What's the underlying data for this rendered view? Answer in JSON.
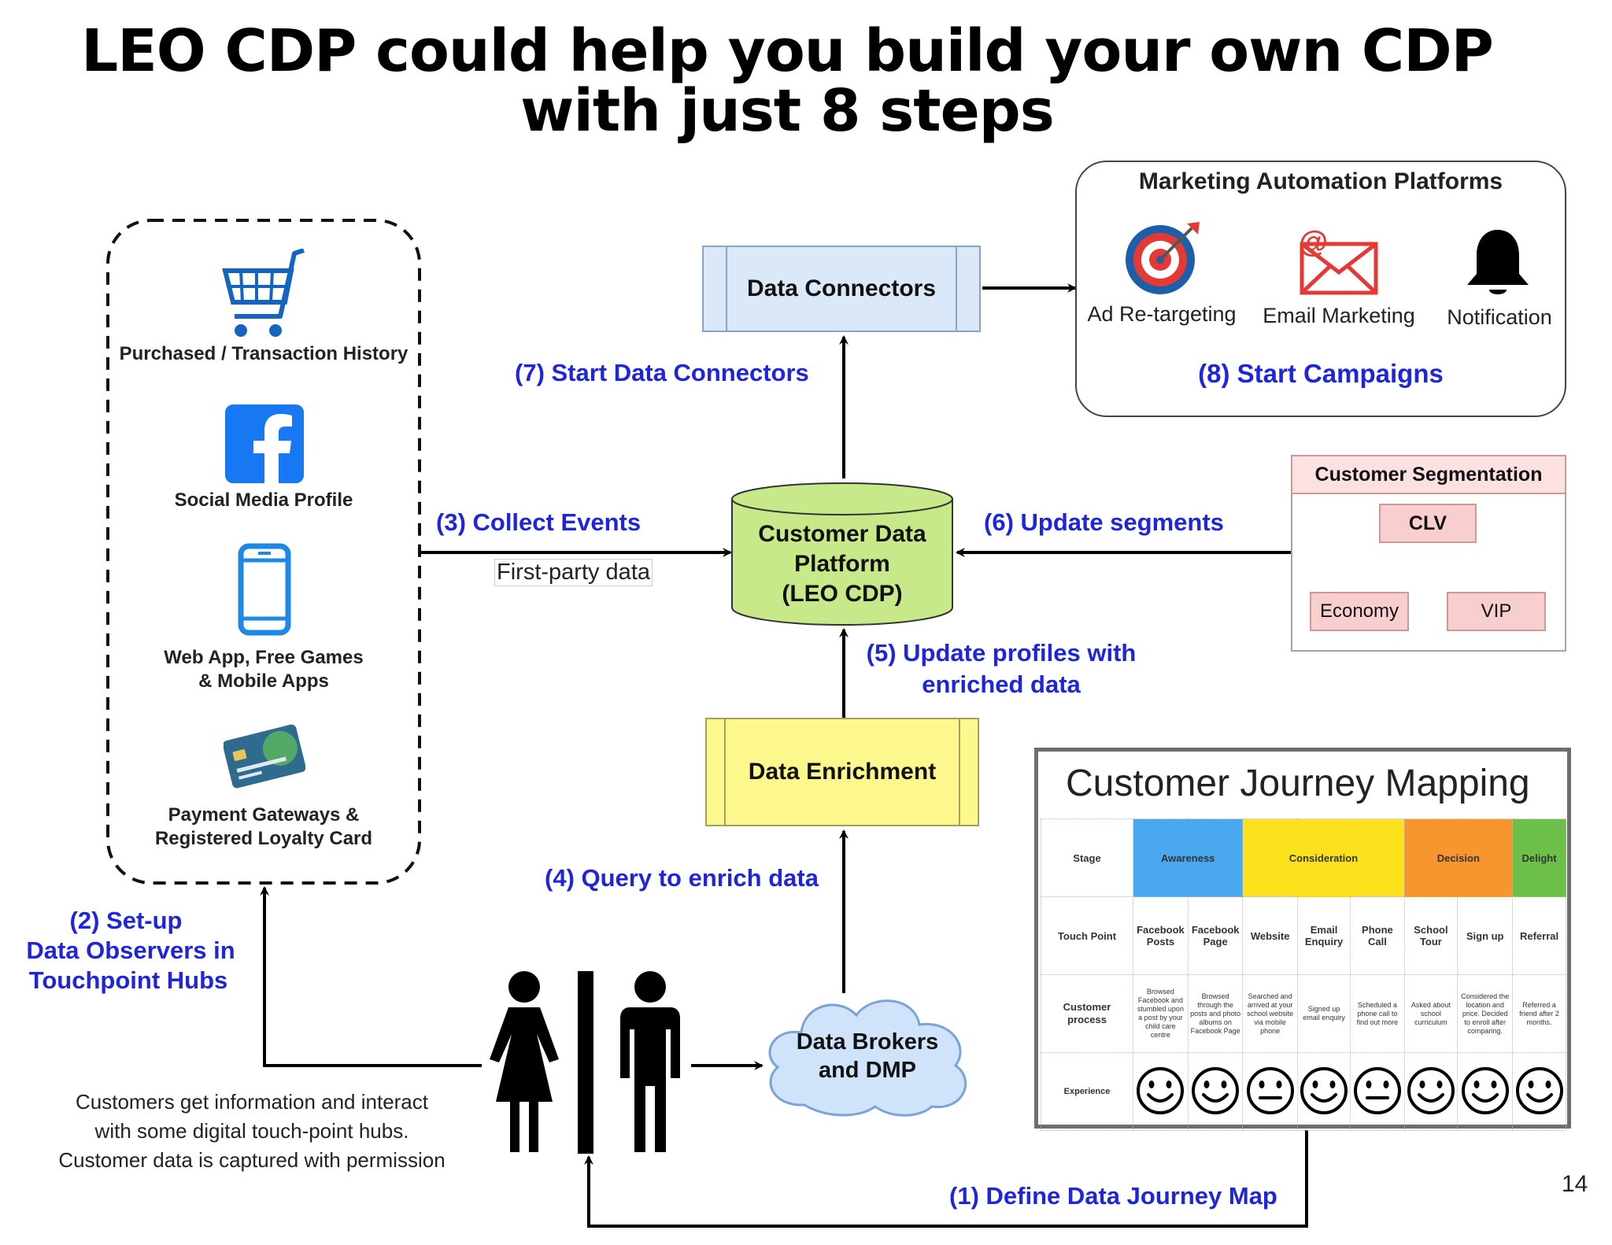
{
  "title": {
    "line1": "LEO CDP could help you build your own CDP",
    "line2": "with just 8 steps"
  },
  "sources": {
    "purchase": "Purchased / Transaction History",
    "social": "Social Media Profile",
    "web_line1": "Web App, Free Games",
    "web_line2": "& Mobile Apps",
    "payment_line1": "Payment Gateways &",
    "payment_line2": "Registered Loyalty Card"
  },
  "steps": {
    "s1": "(1) Define Data Journey Map",
    "s2_line1": "(2) Set-up",
    "s2_line2": "Data Observers in",
    "s2_line3": "Touchpoint Hubs",
    "s3": "(3) Collect Events",
    "s4": "(4) Query to enrich data",
    "s5_line1": "(5) Update profiles with",
    "s5_line2": "enriched data",
    "s6": "(6) Update segments",
    "s7": "(7) Start Data Connectors",
    "s8": "(8) Start Campaigns"
  },
  "first_party_label": "First-party data",
  "cdp": {
    "line1": "Customer Data",
    "line2": "Platform",
    "line3": "(LEO CDP)"
  },
  "data_connectors": "Data Connectors",
  "data_enrichment": "Data Enrichment",
  "data_brokers": {
    "line1": "Data Brokers",
    "line2": "and DMP"
  },
  "marketing": {
    "title": "Marketing Automation Platforms",
    "items": [
      "Ad Re-targeting",
      "Email Marketing",
      "Notification"
    ]
  },
  "segmentation": {
    "title": "Customer Segmentation",
    "root": "CLV",
    "children": [
      "Economy",
      "VIP"
    ]
  },
  "customers_note": {
    "line1": "Customers get information and interact",
    "line2": "with some digital touch-point hubs.",
    "line3": "Customer data is captured with permission"
  },
  "journey": {
    "title": "Customer Journey Mapping",
    "row_labels": [
      "Stage",
      "Touch Point",
      "Customer process",
      "Experience"
    ],
    "stages": [
      {
        "label": "Awareness",
        "color": "#4aa8f0"
      },
      {
        "label": "Consideration",
        "color": "#fbe21c"
      },
      {
        "label": "Decision",
        "color": "#f7952f"
      },
      {
        "label": "Delight",
        "color": "#6cc04a"
      }
    ],
    "touch_points": [
      "Facebook Posts",
      "Facebook Page",
      "Website",
      "Email Enquiry",
      "Phone Call",
      "School Tour",
      "Sign up",
      "Referral"
    ],
    "processes": [
      "Browsed Facebook and stumbled upon a post by your child care centre",
      "Browsed through the posts and photo albums on Facebook Page",
      "Searched and arrived at your school website via mobile phone",
      "Signed up email enquiry",
      "Scheduled a phone call to find out more",
      "Asked about school curriculum",
      "Considered the location and price. Decided to enroll after comparing.",
      "Referred a friend after 2 months."
    ],
    "experience": [
      "happy",
      "happy",
      "neutral",
      "happy",
      "neutral",
      "happy",
      "happy",
      "happy"
    ]
  },
  "page_number": "14"
}
